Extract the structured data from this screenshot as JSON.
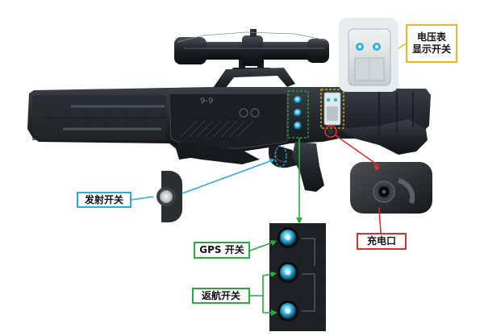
{
  "labels": {
    "voltmeter_line1": "电压表",
    "voltmeter_line2": "显示开关",
    "launch_switch": "发射开关",
    "gps_switch": "GPS 开关",
    "return_switch": "返航开关",
    "charging_port": "充电口"
  },
  "device": {
    "model_marking": "9-9"
  },
  "colors": {
    "voltmeter_callout": "#f1b51c",
    "launch_callout": "#2aa9d6",
    "switch_callout": "#27ae3d",
    "charge_callout": "#d8312b",
    "body": "#1e2226"
  },
  "icons": [
    "rifle-body",
    "scope",
    "knob-icon",
    "charging-port-icon",
    "push-button-icon"
  ]
}
